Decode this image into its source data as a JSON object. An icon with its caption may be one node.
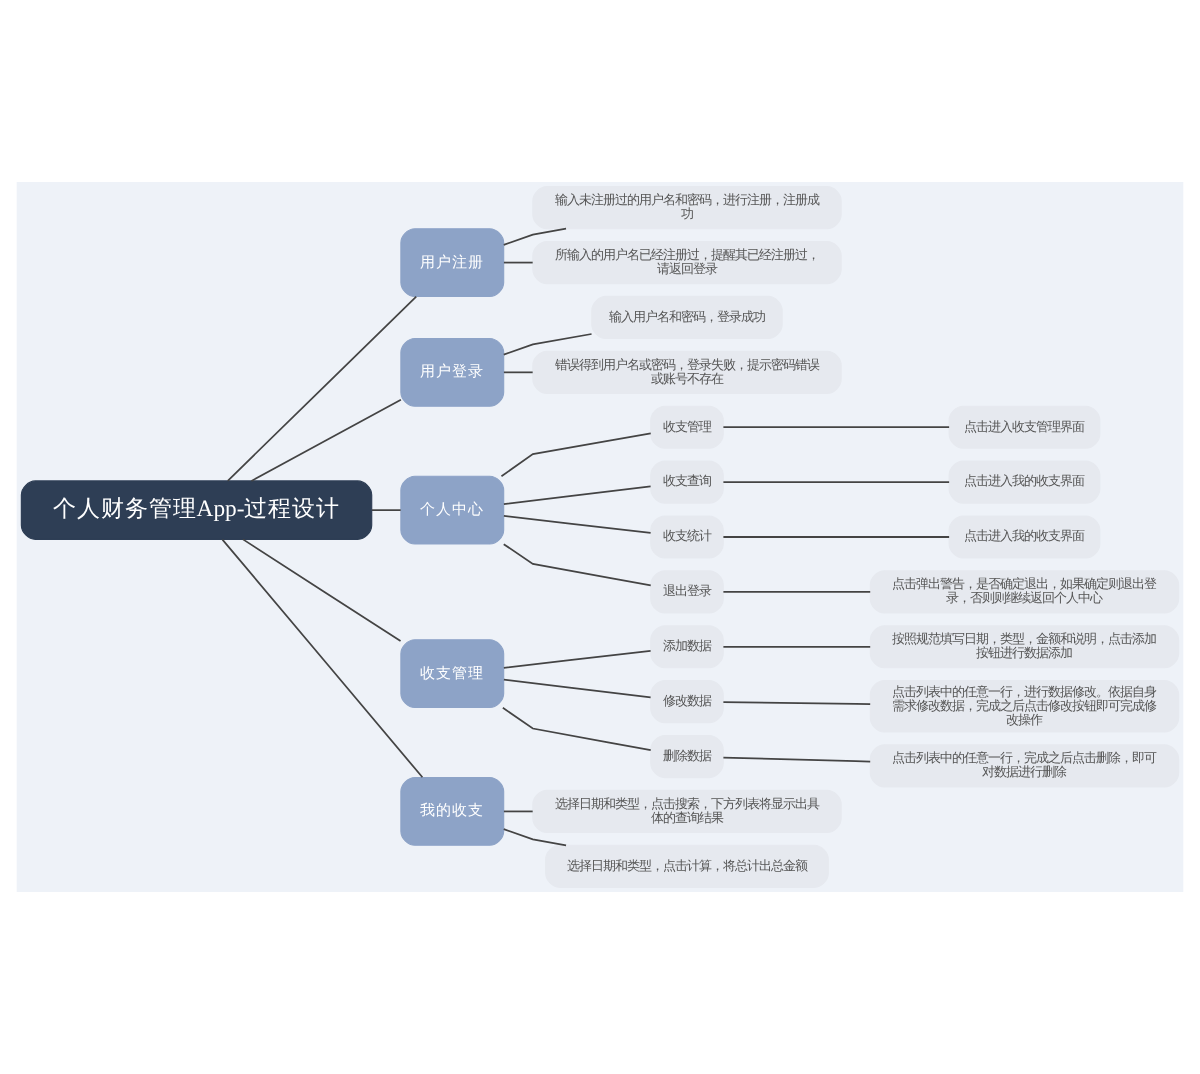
{
  "diagram": {
    "nodes": [
      {
        "text": [
          "个人财务管理App-过程设计"
        ]
      },
      {
        "text": [
          "用户注册"
        ]
      },
      {
        "text": [
          "用户登录"
        ]
      },
      {
        "text": [
          "个人中心"
        ]
      },
      {
        "text": [
          "收支管理"
        ]
      },
      {
        "text": [
          "我的收支"
        ]
      },
      {
        "text": [
          "输入未注册过的用户名和密码，进行注册，注册成功"
        ]
      },
      {
        "text": [
          "所输入的用户名已经注册过，提醒其已经注册过，请返回登录"
        ]
      },
      {
        "text": [
          "输入用户名和密码，登录成功"
        ]
      },
      {
        "text": [
          "错误得到用户名或密码，登录失败，提示密码错误或账号不存在"
        ]
      },
      {
        "text": [
          "收支管理"
        ]
      },
      {
        "text": [
          "收支查询"
        ]
      },
      {
        "text": [
          "收支统计"
        ]
      },
      {
        "text": [
          "退出登录"
        ]
      },
      {
        "text": [
          "添加数据"
        ]
      },
      {
        "text": [
          "修改数据"
        ]
      },
      {
        "text": [
          "删除数据"
        ]
      },
      {
        "text": [
          "选择日期和类型，点击搜索，下方列表将显示出具体的查询结果"
        ]
      },
      {
        "text": [
          "选择日期和类型，点击计算，将总计出总金额"
        ]
      },
      {
        "text": [
          "点击进入收支管理界面"
        ]
      },
      {
        "text": [
          "点击进入我的收支界面"
        ]
      },
      {
        "text": [
          "点击进入我的收支界面"
        ]
      },
      {
        "text": [
          "点击弹出警告，是否确定退出，如果确定则退出登录，否则则继续返回个人中心"
        ]
      },
      {
        "text": [
          "按照规范填写日期，类型，金额和说明，点击添加按钮进行数据添加"
        ]
      },
      {
        "text": [
          "点击列表中的任意一行，进行数据修改。依据自身需求修改数据，完成之后点击修改按钮即可完成修改操作"
        ]
      },
      {
        "text": [
          "点击列表中的任意一行，完成之后点击删除，即可对数据进行删除"
        ]
      }
    ],
    "edges": [
      {
        "from": 0,
        "to": 1,
        "arrow": "none"
      },
      {
        "from": 0,
        "to": 2,
        "arrow": "none"
      },
      {
        "from": 0,
        "to": 3,
        "arrow": "none"
      },
      {
        "from": 0,
        "to": 4,
        "arrow": "none"
      },
      {
        "from": 0,
        "to": 5,
        "arrow": "none"
      },
      {
        "from": 1,
        "to": 6,
        "arrow": "none"
      },
      {
        "from": 1,
        "to": 7,
        "arrow": "none"
      },
      {
        "from": 2,
        "to": 8,
        "arrow": "none"
      },
      {
        "from": 2,
        "to": 9,
        "arrow": "none"
      },
      {
        "from": 3,
        "to": 10,
        "arrow": "none"
      },
      {
        "from": 3,
        "to": 11,
        "arrow": "none"
      },
      {
        "from": 3,
        "to": 12,
        "arrow": "none"
      },
      {
        "from": 3,
        "to": 13,
        "arrow": "none"
      },
      {
        "from": 4,
        "to": 14,
        "arrow": "none"
      },
      {
        "from": 4,
        "to": 15,
        "arrow": "none"
      },
      {
        "from": 4,
        "to": 16,
        "arrow": "none"
      },
      {
        "from": 5,
        "to": 17,
        "arrow": "none"
      },
      {
        "from": 5,
        "to": 18,
        "arrow": "none"
      },
      {
        "from": 10,
        "to": 19,
        "arrow": "none"
      },
      {
        "from": 11,
        "to": 20,
        "arrow": "none"
      },
      {
        "from": 12,
        "to": 21,
        "arrow": "none"
      },
      {
        "from": 13,
        "to": 22,
        "arrow": "none"
      },
      {
        "from": 14,
        "to": 23,
        "arrow": "none"
      },
      {
        "from": 15,
        "to": 24,
        "arrow": "none"
      },
      {
        "from": 16,
        "to": 25,
        "arrow": "none"
      }
    ]
  }
}
